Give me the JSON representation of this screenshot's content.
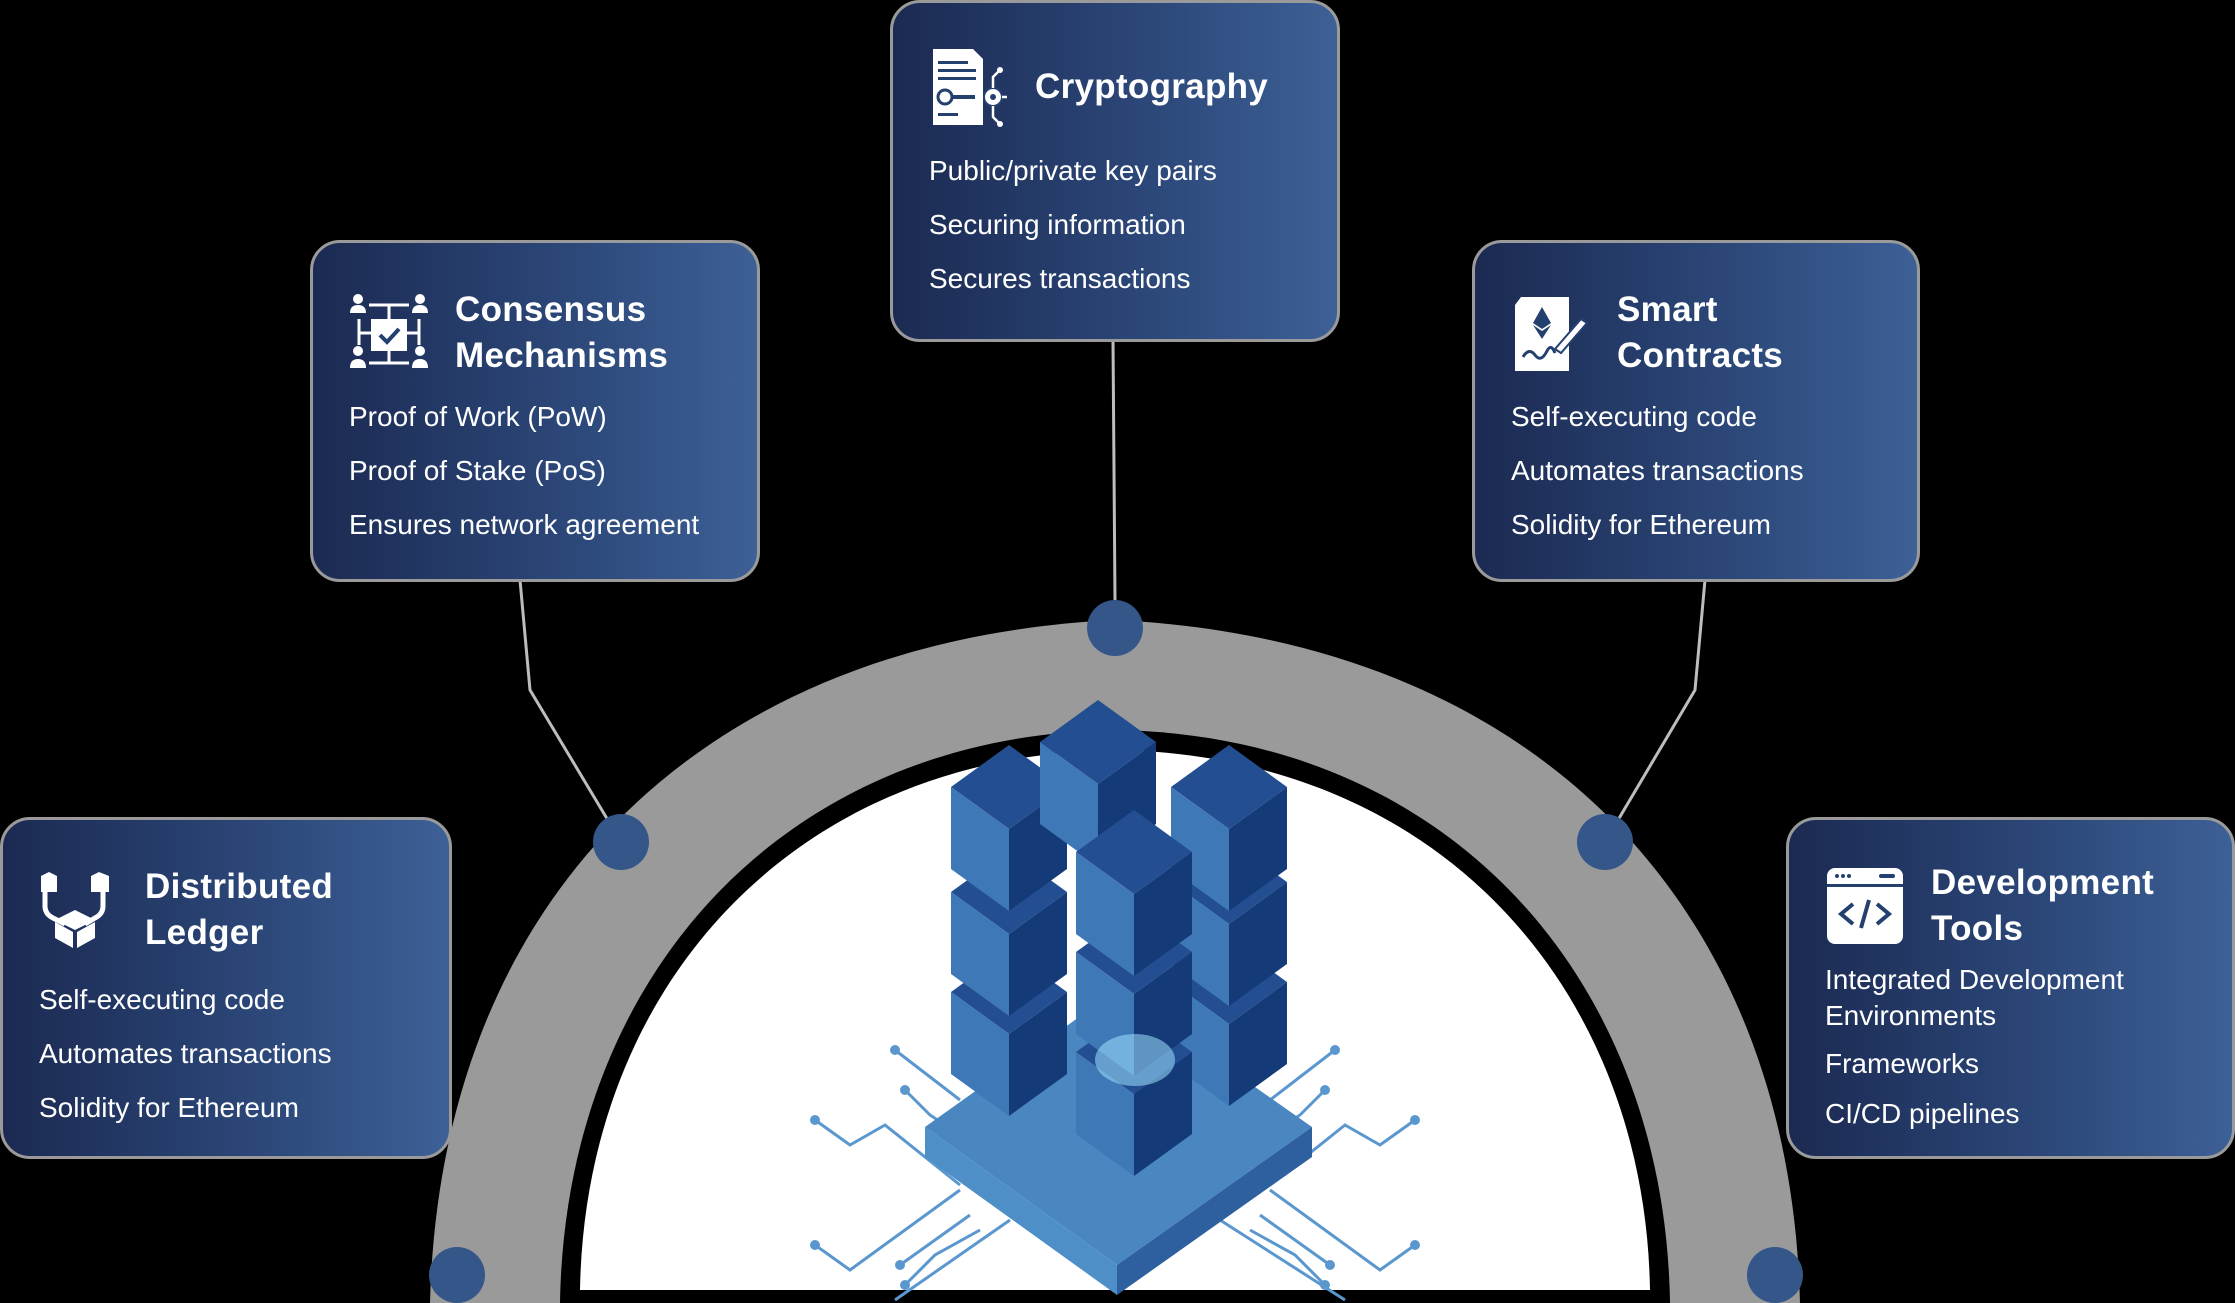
{
  "colors": {
    "background": "#000000",
    "card_gradient_start": "#1b2a52",
    "card_gradient_end": "#3d6096",
    "card_border": "#9a9a9a",
    "connector_dot": "#355689",
    "arc_band": "#9a9a9a",
    "dome": "#ffffff",
    "block_primary": "#2f64a8",
    "circuit_line": "#5b97cf"
  },
  "center_illustration": {
    "label": "blockchain-block-stack",
    "description": "Isometric stack of blue cubes on a platform with circuit traces"
  },
  "cards": [
    {
      "id": "cryptography",
      "icon": "document-key-icon",
      "title": "Cryptography",
      "items": [
        "Public/private key pairs",
        "Securing information",
        "Secures transactions"
      ]
    },
    {
      "id": "consensus",
      "icon": "consensus-people-icon",
      "title": "Consensus\nMechanisms",
      "items": [
        "Proof of Work (PoW)",
        "Proof of Stake (PoS)",
        "Ensures network agreement"
      ]
    },
    {
      "id": "smart-contracts",
      "icon": "contract-signature-icon",
      "title": "Smart\nContracts",
      "items": [
        "Self-executing code",
        "Automates transactions",
        "Solidity for Ethereum"
      ]
    },
    {
      "id": "distributed-ledger",
      "icon": "distributed-blocks-icon",
      "title": "Distributed\nLedger",
      "items": [
        "Self-executing code",
        "Automates transactions",
        "Solidity for Ethereum"
      ]
    },
    {
      "id": "development-tools",
      "icon": "code-window-icon",
      "title": "Development\nTools",
      "items": [
        "Integrated Development Environments",
        "Frameworks",
        "CI/CD pipelines"
      ]
    }
  ]
}
